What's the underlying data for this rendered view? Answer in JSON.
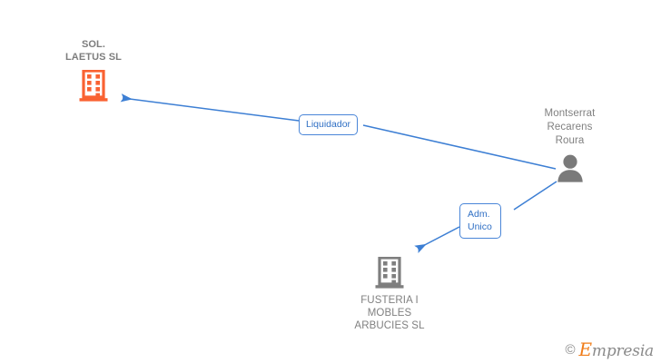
{
  "diagram": {
    "type": "relationship-graph",
    "background": "#ffffff",
    "colors": {
      "company_active": "#F96232",
      "company_inactive": "#7F7F7F",
      "person": "#7A7A7A",
      "edge": "#3D7FD4",
      "edge_label_text": "#2F6FC4",
      "edge_label_border": "#4A86D8",
      "node_text": "#808080",
      "watermark_accent": "#F07D1A",
      "watermark_text": "#8A8A8A"
    },
    "nodes": [
      {
        "id": "sol-laetus",
        "kind": "company",
        "icon": "building-icon",
        "color": "#F96232",
        "lines": [
          "SOL.",
          "LAETUS SL"
        ]
      },
      {
        "id": "montserrat-recarens-roura",
        "kind": "person",
        "icon": "person-icon",
        "color": "#7A7A7A",
        "lines": [
          "Montserrat",
          "Recarens",
          "Roura"
        ]
      },
      {
        "id": "fusteria-i-mobles-arbucies",
        "kind": "company",
        "icon": "building-icon",
        "color": "#7F7F7F",
        "lines": [
          "FUSTERIA I",
          "MOBLES",
          "ARBUCIES  SL"
        ]
      }
    ],
    "edges": [
      {
        "id": "edge-liquidador",
        "from": "montserrat-recarens-roura",
        "to": "sol-laetus",
        "label": "Liquidador",
        "arrow": "to"
      },
      {
        "id": "edge-adm-unico",
        "from": "montserrat-recarens-roura",
        "to": "fusteria-i-mobles-arbucies",
        "label_lines": [
          "Adm.",
          "Unico"
        ],
        "arrow": "to"
      }
    ]
  },
  "labels": {
    "sol_laetus_line1": "SOL.",
    "sol_laetus_line2": "LAETUS SL",
    "person_line1": "Montserrat",
    "person_line2": "Recarens",
    "person_line3": "Roura",
    "fusteria_line1": "FUSTERIA I",
    "fusteria_line2": "MOBLES",
    "fusteria_line3": "ARBUCIES  SL",
    "edge_liquidador": "Liquidador",
    "edge_adm": "Adm.",
    "edge_unico": "Unico"
  },
  "watermark": {
    "copyright": "©",
    "brand_initial": "E",
    "brand_rest": "mpresia"
  }
}
